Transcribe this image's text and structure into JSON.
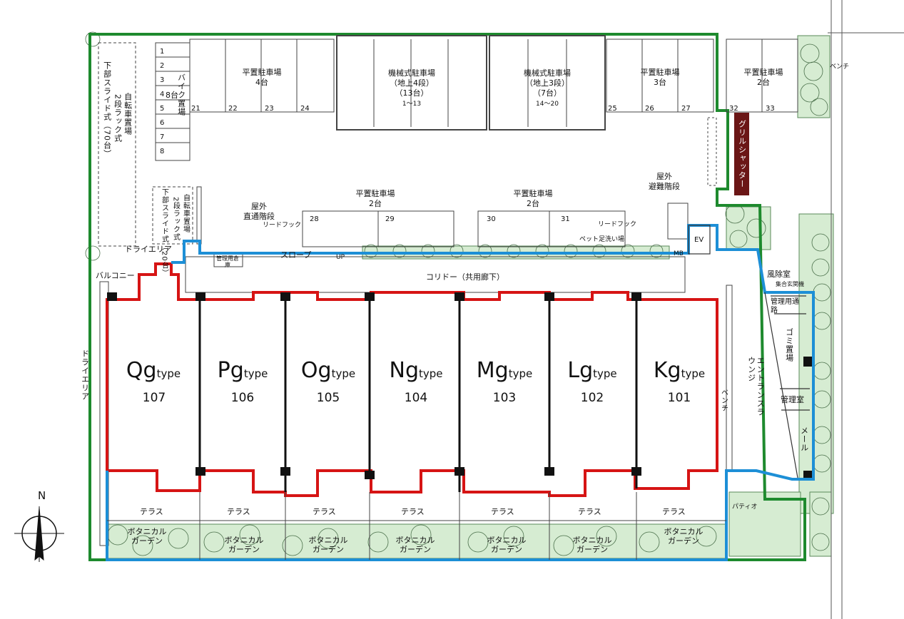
{
  "compass": {
    "north": "N"
  },
  "parking": {
    "lot_a": {
      "title": "平置駐車場",
      "count": "4台",
      "numbers": [
        "21",
        "22",
        "23",
        "24"
      ]
    },
    "mech_a": {
      "title": "機械式駐車場",
      "levels": "（地上4段）",
      "count": "（13台）",
      "range": "1～13"
    },
    "mech_b": {
      "title": "機械式駐車場",
      "levels": "（地上3段）",
      "count": "（7台）",
      "range": "14～20"
    },
    "lot_b": {
      "title": "平置駐車場",
      "count": "3台",
      "numbers": [
        "25",
        "26",
        "27"
      ]
    },
    "lot_c": {
      "title": "平置駐車場",
      "count": "2台",
      "numbers": [
        "32",
        "33"
      ]
    },
    "lot_d": {
      "title": "平置駐車場",
      "count": "2台",
      "numbers": [
        "28",
        "29"
      ]
    },
    "lot_e": {
      "title": "平置駐車場",
      "count": "2台",
      "numbers": [
        "30",
        "31"
      ]
    }
  },
  "bike": {
    "label": "バイク置場",
    "count": "8台",
    "slots": [
      "1",
      "2",
      "3",
      "4",
      "5",
      "6",
      "7",
      "8"
    ]
  },
  "bicycle_main": {
    "line1": "自転車置場",
    "line2": "2段ラック式",
    "line3": "下部スライド式（70台）"
  },
  "bicycle_small": {
    "line1": "自転車置場",
    "line2": "2段ラック式",
    "line3": "下部スライド式（20台）"
  },
  "labels": {
    "outdoor_stairs": "屋外",
    "outdoor_stairs_2": "直通階段",
    "evac_stairs": "屋外",
    "evac_stairs_2": "避難階段",
    "lead_hook_1": "リードフック",
    "lead_hook_2": "リードフック",
    "pet_wash": "ペット足洗い場",
    "dry_area_top": "ドライエリア",
    "dry_area_left": "ドライエリア",
    "balcony": "バルコニー",
    "storage": "管理用倉庫",
    "slope": "スロープ",
    "up": "UP",
    "corridor": "コリドー（共用廊下）",
    "grill_shutter": "グリルシャッター",
    "bench_top": "ベンチ",
    "bench_lounge": "ベンチ",
    "ev": "EV",
    "mb": "MB",
    "windbreak": "風除室",
    "intercom": "集合玄関機",
    "mgmt_passage": "管理用通路",
    "garbage": "ゴミ置場",
    "mgmt_room": "管理室",
    "mail": "メール",
    "entrance_lounge": "エントランスラウンジ",
    "patio": "パティオ",
    "terrace": "テラス",
    "botanical": "ボタニカルガーデン"
  },
  "units": [
    {
      "type_letter": "Qg",
      "type_suffix": "type",
      "number": "107"
    },
    {
      "type_letter": "Pg",
      "type_suffix": "type",
      "number": "106"
    },
    {
      "type_letter": "Og",
      "type_suffix": "type",
      "number": "105"
    },
    {
      "type_letter": "Ng",
      "type_suffix": "type",
      "number": "104"
    },
    {
      "type_letter": "Mg",
      "type_suffix": "type",
      "number": "103"
    },
    {
      "type_letter": "Lg",
      "type_suffix": "type",
      "number": "102"
    },
    {
      "type_letter": "Kg",
      "type_suffix": "type",
      "number": "101"
    }
  ],
  "colors": {
    "site_boundary": "#1e8a2e",
    "private_zone": "#d61414",
    "garden_zone": "#1d8fd6",
    "shutter": "#6b1616",
    "greenery": "#d6ecd2"
  }
}
